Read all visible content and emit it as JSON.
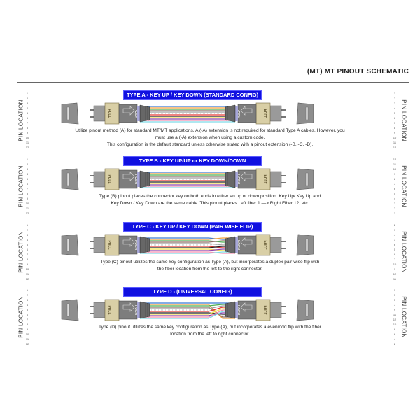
{
  "header": {
    "title": "(MT) MT PINOUT SCHEMATIC"
  },
  "pin_location_label": "PIN LOCATION",
  "connector_labels": {
    "pull": "PULL",
    "push": "PUSH"
  },
  "fiber_colors": [
    "#3a7bd5",
    "#f2a03d",
    "#4caf50",
    "#8d6e63",
    "#9e9e9e",
    "#ffffff",
    "#e53935",
    "#222222",
    "#f4e04d",
    "#8e44ad",
    "#f48fb1",
    "#7fdbe6"
  ],
  "sections": [
    {
      "title": "TYPE A - KEY UP / KEY DOWN (STANDARD CONFIG)",
      "left_pins": [
        "1",
        "2",
        "3",
        "4",
        "5",
        "6",
        "7",
        "8",
        "9",
        "10",
        "11",
        "12"
      ],
      "right_pins": [
        "1",
        "2",
        "3",
        "4",
        "5",
        "6",
        "7",
        "8",
        "9",
        "10",
        "11",
        "12"
      ],
      "description": [
        "Utilize pinout method (A) for standard MT/MT applications. A (-A) extension is not required for standard Type A cables. However, you",
        "must use a (-A) extension when using a custom code.",
        "This configuration is the default standard unless otherwise stated with a pinout extension (-B, -C, -D)."
      ],
      "flip": "none"
    },
    {
      "title": "TYPE B - KEY UP/UP or KEY DOWN/DOWN",
      "left_pins": [
        "1",
        "2",
        "3",
        "4",
        "5",
        "6",
        "7",
        "8",
        "9",
        "10",
        "11",
        "12"
      ],
      "right_pins": [
        "12",
        "11",
        "10",
        "9",
        "8",
        "7",
        "6",
        "5",
        "4",
        "3",
        "2",
        "1"
      ],
      "description": [
        "Type (B) pinout places the connector key on both ends in either an up or down position. Key Up/ Key Up and",
        "Key Down / Key Down are the same cable. This pinout places Left fiber 1 —> Right Fiber 12, etc."
      ],
      "flip": "none"
    },
    {
      "title": "TYPE C - KEY UP / KEY DOWN (PAIR WISE FLIP)",
      "left_pins": [
        "1",
        "2",
        "3",
        "4",
        "5",
        "6",
        "7",
        "8",
        "9",
        "10",
        "11",
        "12"
      ],
      "right_pins": [
        "2",
        "1",
        "4",
        "3",
        "6",
        "5",
        "8",
        "7",
        "10",
        "9",
        "12",
        "11"
      ],
      "description": [
        "Type (C) pinout utilizes the same key configuration as Type (A), but incorporates a duplex pair-wise flip with",
        "the fiber location from the left to the right connector."
      ],
      "flip": "pair"
    },
    {
      "title": "TYPE D - (UNIVERSAL CONFIG)",
      "left_pins": [
        "1",
        "2",
        "3",
        "4",
        "5",
        "6",
        "7",
        "8",
        "9",
        "10",
        "11",
        "12"
      ],
      "right_pins": [
        "1",
        "3",
        "5",
        "7",
        "9",
        "11",
        "12",
        "10",
        "8",
        "6",
        "4",
        "2"
      ],
      "description": [
        "Type (D) pinout utilizes the same key configuration as Type (A), but incorporates a even/odd flip with the fiber",
        "location from the left to right connector."
      ],
      "flip": "evenodd"
    }
  ]
}
